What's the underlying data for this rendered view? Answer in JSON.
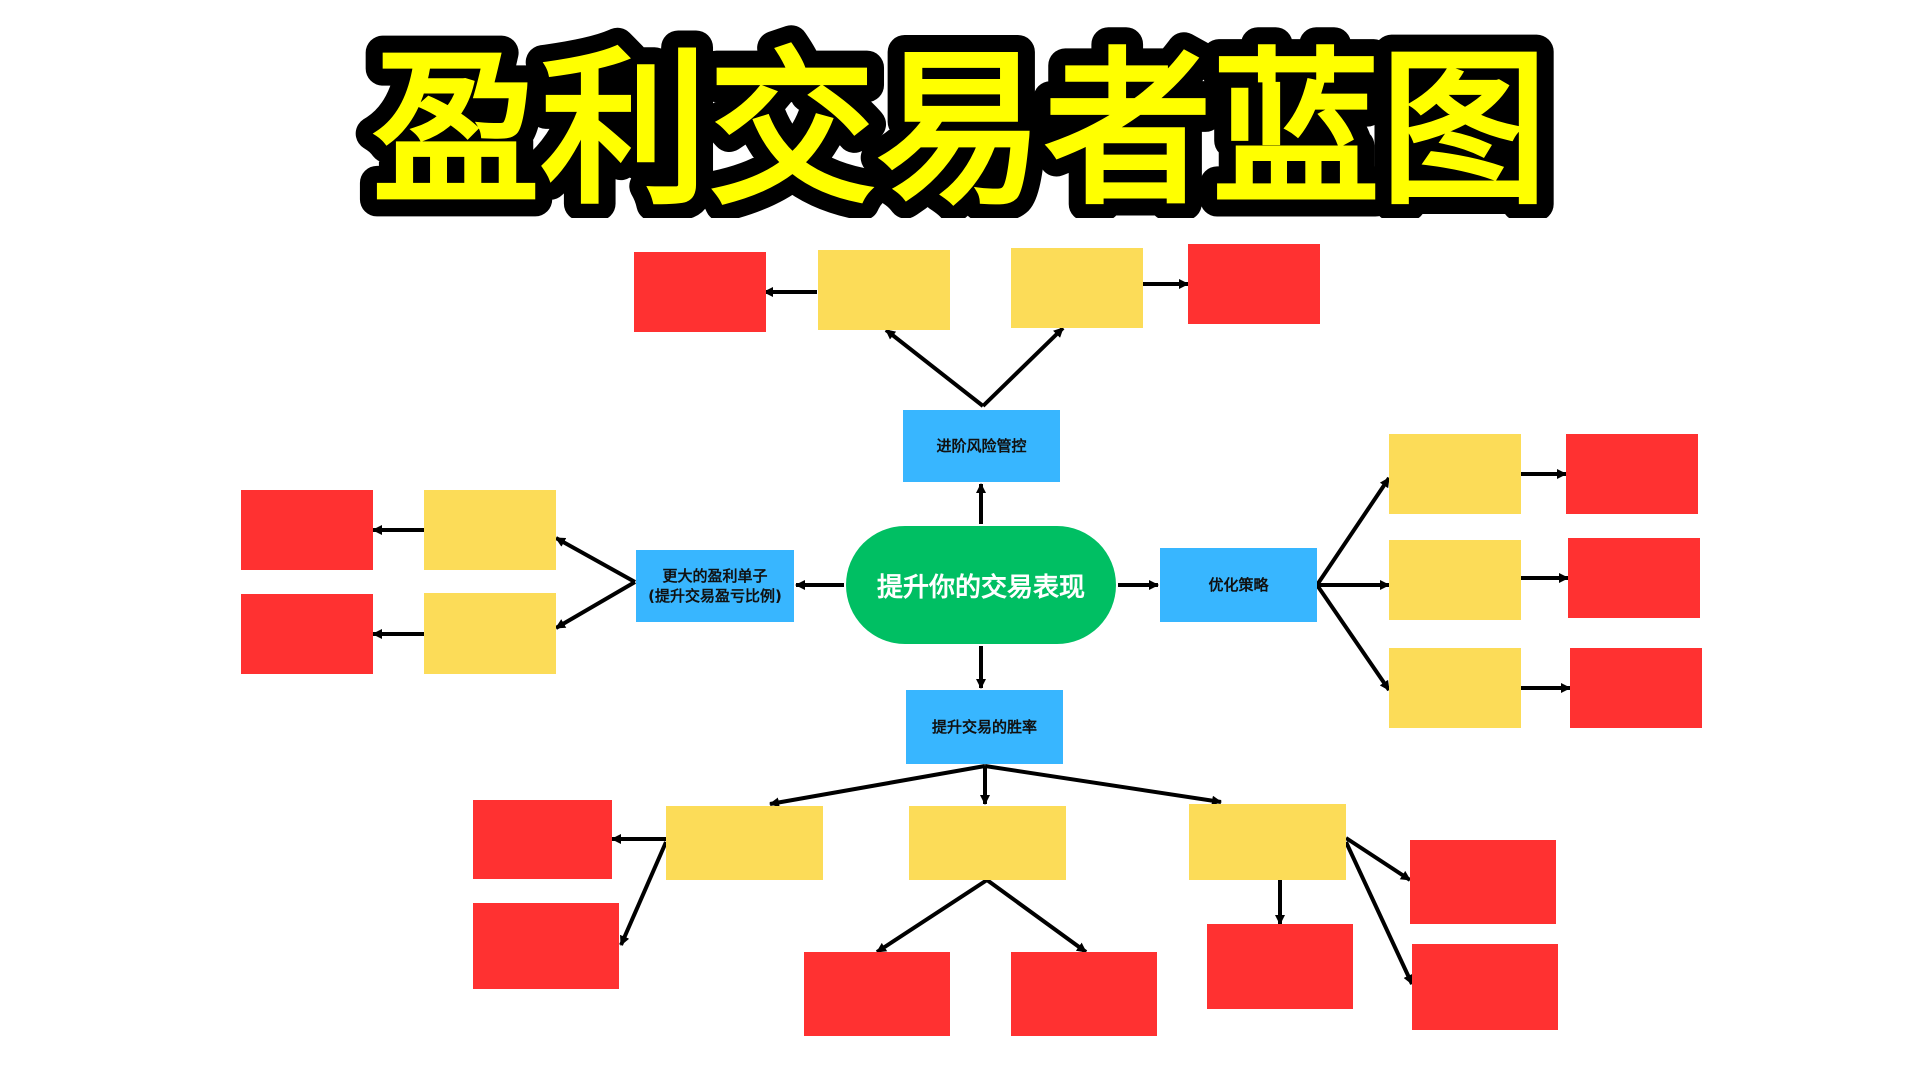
{
  "title": "盈利交易者蓝图",
  "colors": {
    "title_fill": "#ffff00",
    "title_outline": "#000000",
    "center_node": "#00bf63",
    "branch_node": "#38b6ff",
    "sub_node": "#fcdc58",
    "leaf_node": "#ff3131",
    "connector": "#000000"
  },
  "center": {
    "label": "提升你的交易表现"
  },
  "branches": {
    "risk": {
      "label": "进阶风险管控"
    },
    "profit": {
      "label": "更大的盈利单子\n(提升交易盈亏比例)"
    },
    "strategy": {
      "label": "优化策略"
    },
    "winrate": {
      "label": "提升交易的胜率"
    }
  }
}
